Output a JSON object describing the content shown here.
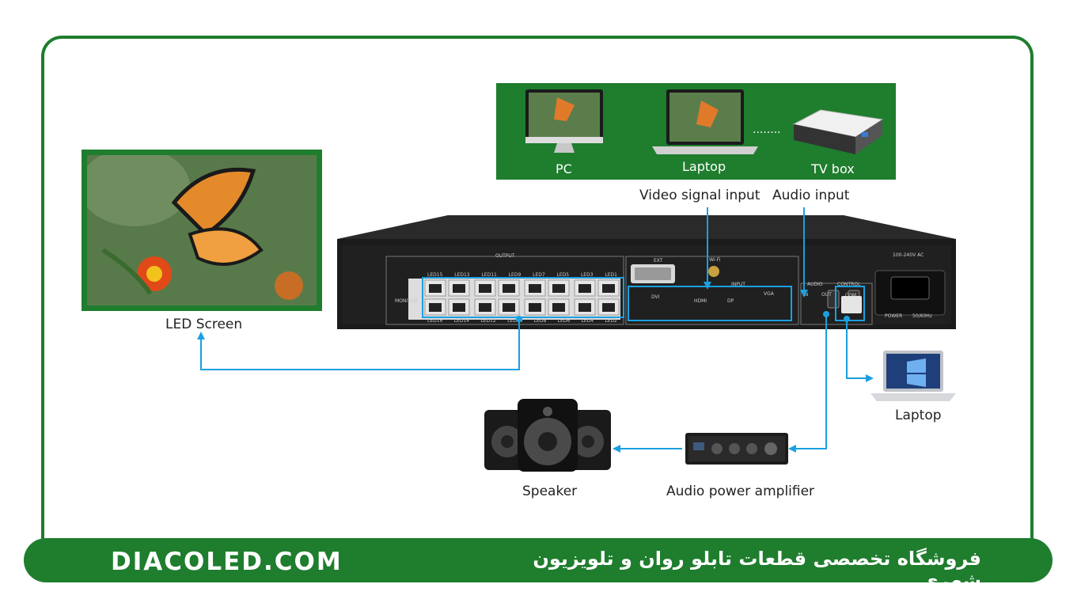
{
  "footer": {
    "brand": "DIACOLED.COM",
    "slogan": "فروشگاه تخصصی قطعات تابلو روان و تلویزیون شهری"
  },
  "sources": {
    "pc": "PC",
    "laptop": "Laptop",
    "tvbox": "TV box",
    "ellipsis": "........"
  },
  "labels": {
    "video_input": "Video signal input",
    "audio_input": "Audio input",
    "led_screen": "LED Screen",
    "laptop": "Laptop",
    "speaker": "Speaker",
    "amplifier": "Audio power amplifier"
  },
  "device": {
    "output": "OUTPUT",
    "monitor": "MONITOR",
    "ext": "EXT",
    "wifi": "Wi-Fi",
    "input": "INPUT",
    "audio": "AUDIO",
    "control": "CONTROL",
    "in": "IN",
    "out": "OUT",
    "com": "COM",
    "dvi": "DVI",
    "hdmi": "HDMI",
    "dp": "DP",
    "vga": "VGA",
    "power_rating": "100-240V AC",
    "power": "POWER",
    "freq": "50/60Hz",
    "led_top": [
      "LED15",
      "LED13",
      "LED11",
      "LED9",
      "LED7",
      "LED5",
      "LED3",
      "LED1"
    ],
    "led_bottom": [
      "LED16",
      "LED14",
      "LED12",
      "LED10",
      "LED8",
      "LED6",
      "LED4",
      "LED2"
    ]
  },
  "colors": {
    "brand_green": "#1f7d2e",
    "connector_blue": "#1aa0e0"
  }
}
